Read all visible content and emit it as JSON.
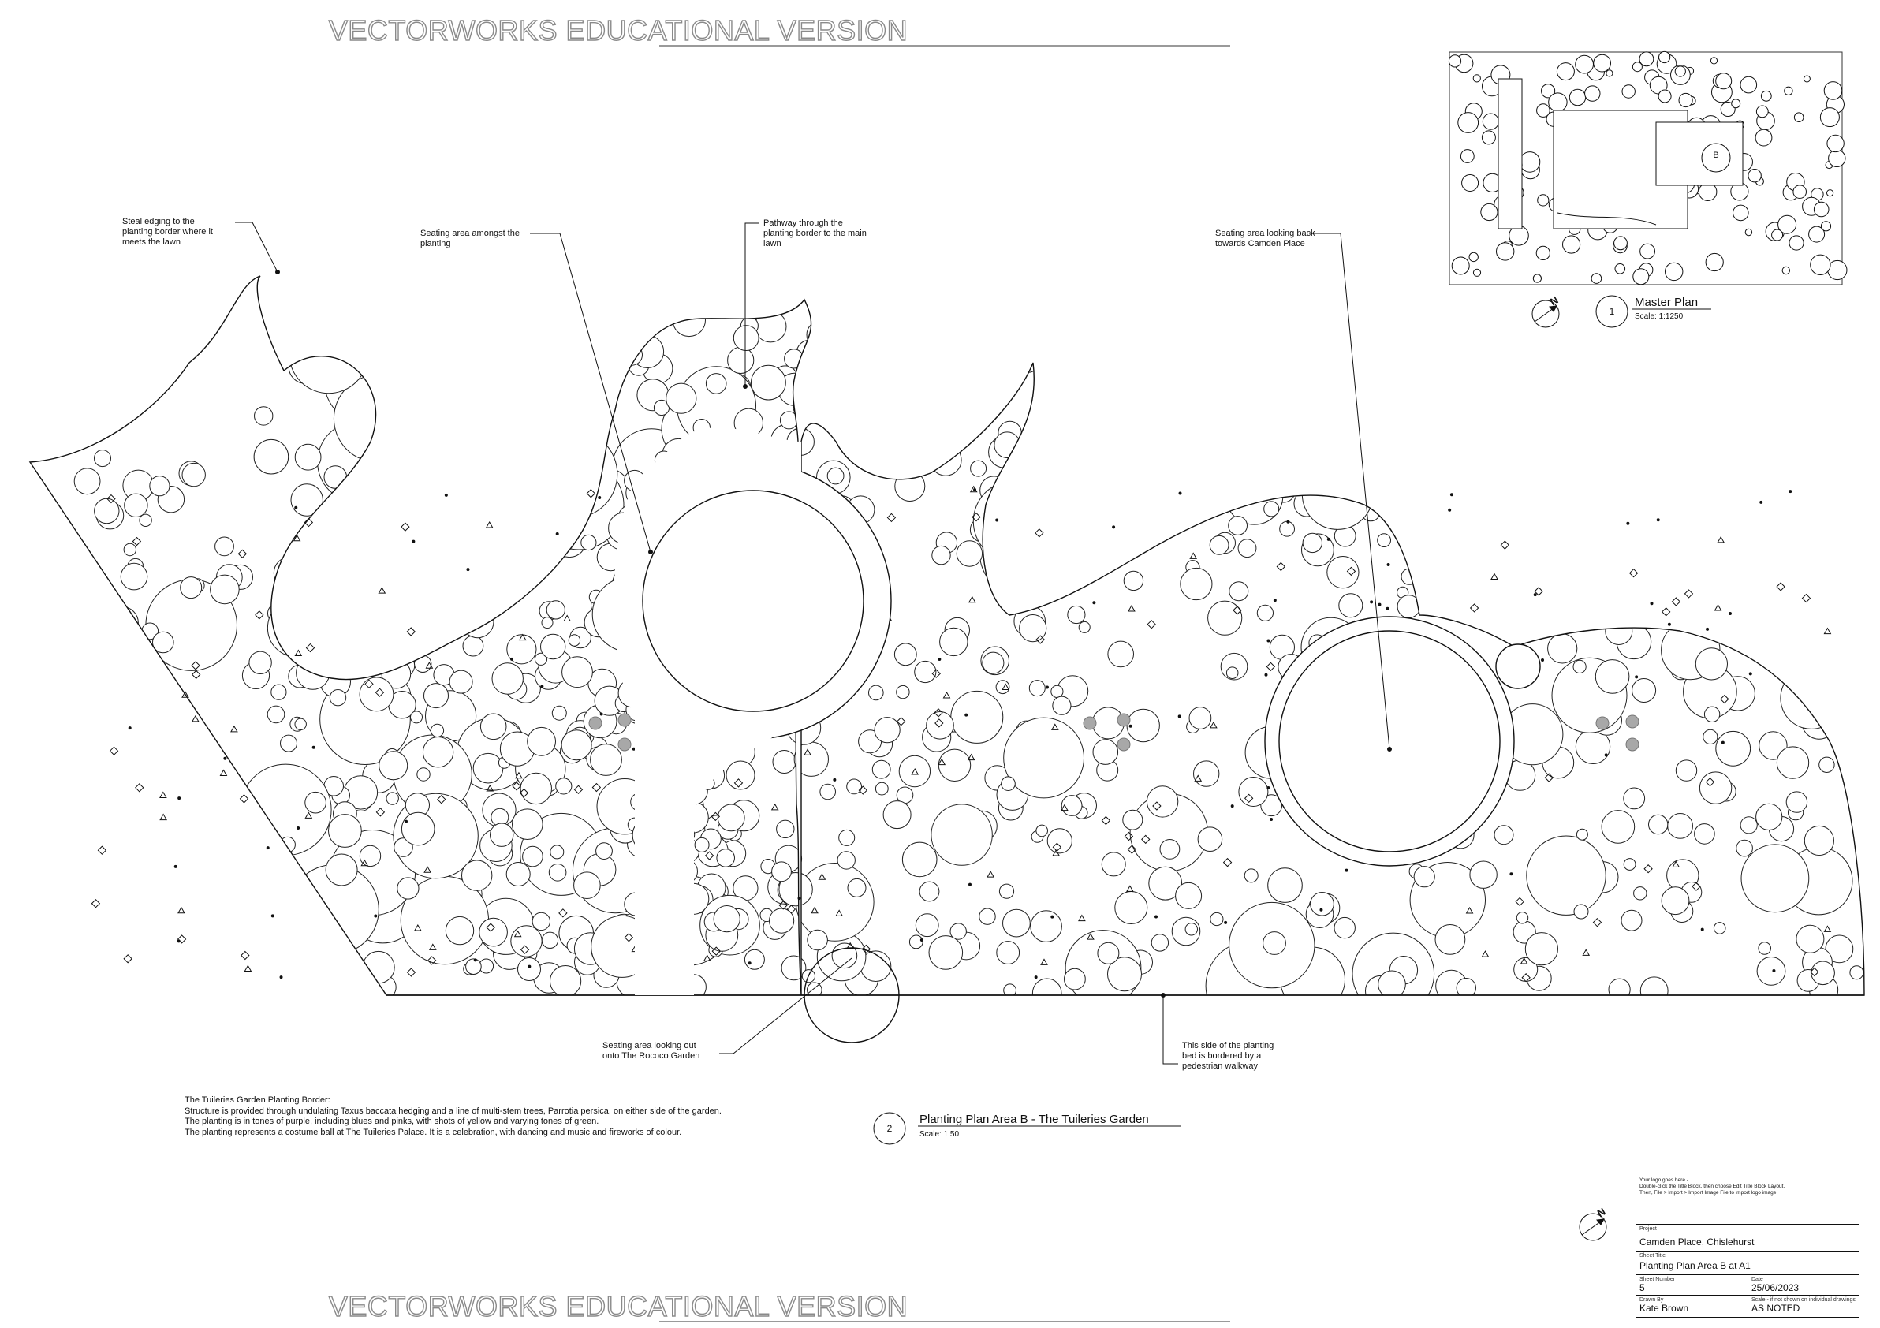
{
  "watermark": {
    "text": "VECTORWORKS EDUCATIONAL VERSION"
  },
  "annotations": {
    "steel_edging": "Steal edging to the\nplanting border where it\nmeets the lawn",
    "seating_amongst": "Seating area amongst the\nplanting",
    "pathway": "Pathway through the\nplanting border to the main\nlawn",
    "seating_back": "Seating area looking back\ntowards Camden Place",
    "seating_out": "Seating area looking out\nonto The Rococo Garden",
    "walkway": "This side of the planting\nbed is bordered by a\npedestrian walkway"
  },
  "description": {
    "heading": "The Tuileries Garden Planting Border:",
    "lines": [
      "Structure is provided through undulating Taxus baccata hedging and a line of multi-stem trees, Parrotia persica, on either side of the garden.",
      "The planting is in tones of purple, including blues and pinks, with shots of yellow and varying tones of green.",
      "The planting represents a costume ball at The Tuileries Palace.  It is a celebration, with dancing and music and fireworks of colour."
    ]
  },
  "master_plan": {
    "number": "1",
    "title": "Master Plan",
    "scale": "Scale: 1:1250",
    "area_marker": "B"
  },
  "planting_plan": {
    "number": "2",
    "title": "Planting Plan Area B - The Tuileries Garden",
    "scale": "Scale: 1:50"
  },
  "title_block": {
    "logo_note": "Your logo goes here -\nDouble-click the Title Block, then choose Edit Title Block Layout,\nThen, File > Import > Import Image File to import logo image",
    "project_label": "Project",
    "project": "Camden Place, Chislehurst",
    "sheet_title_label": "Sheet Title",
    "sheet_title": "Planting Plan Area B at A1",
    "sheet_number_label": "Sheet Number",
    "sheet_number": "5",
    "date_label": "Date",
    "date": "25/06/2023",
    "drawn_by_label": "Drawn By",
    "drawn_by": "Kate Brown",
    "scale_label": "Scale - if not shown on individual drawings",
    "scale": "AS NOTED"
  },
  "north_arrow": {
    "letter": "N",
    "icon": "north-arrow-icon"
  },
  "colors": {
    "ink": "#111111",
    "watermark_outline": "#8a8a8a",
    "tree_fill": "#a8a8a8"
  }
}
